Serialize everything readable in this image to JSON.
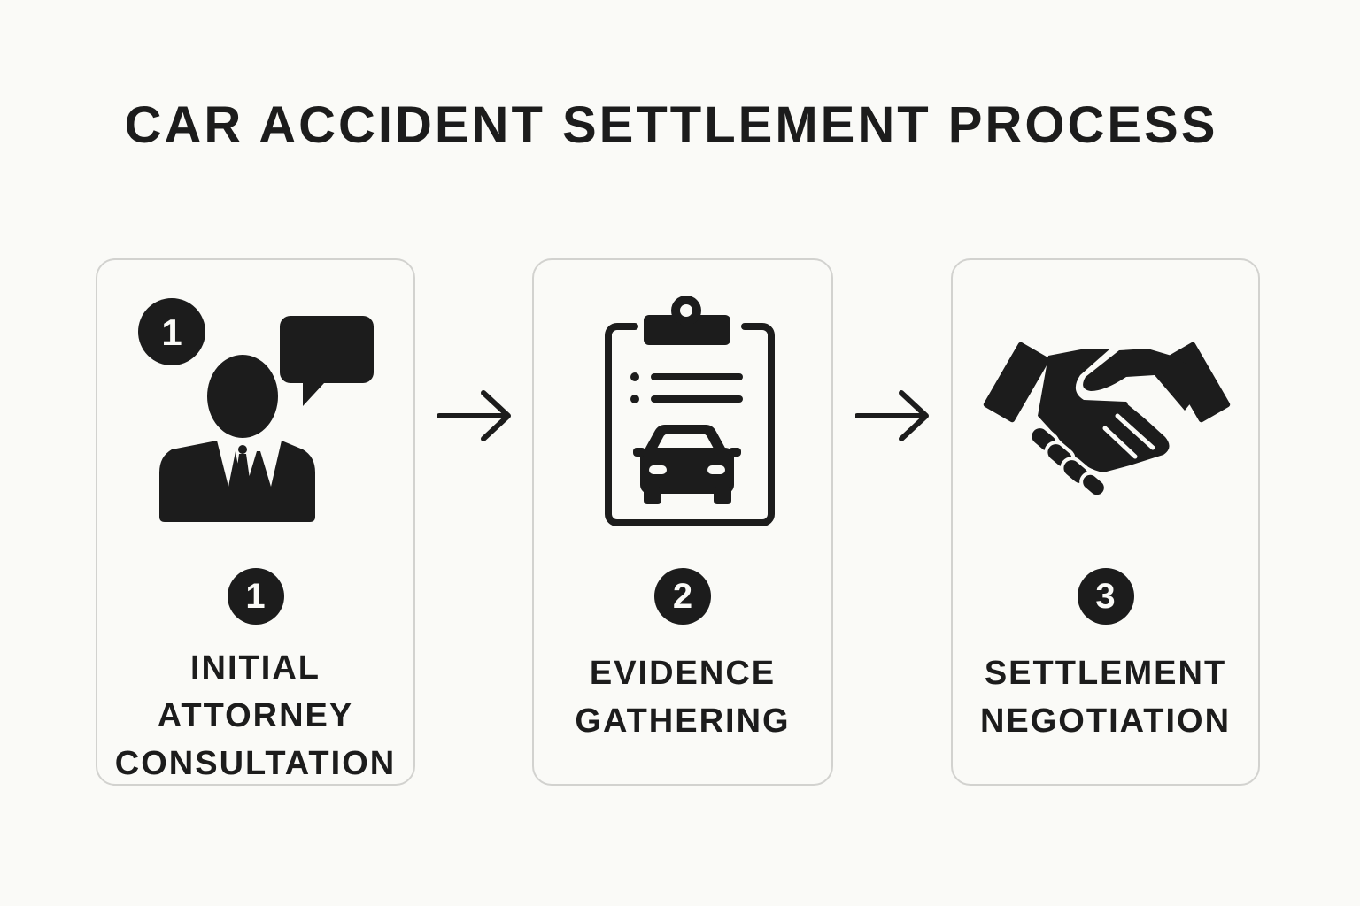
{
  "title": "CAR ACCIDENT SETTLEMENT PROCESS",
  "colors": {
    "ink": "#1c1c1c",
    "background": "#fafaf7",
    "card_border": "#d2d2cf"
  },
  "steps": [
    {
      "number": "1",
      "icon": "attorney-consultation-icon",
      "icon_badge": "1",
      "label_lines": [
        "INITIAL",
        "ATTORNEY",
        "CONSULTATION"
      ]
    },
    {
      "number": "2",
      "icon": "clipboard-car-icon",
      "label_lines": [
        "EVIDENCE",
        "GATHERING"
      ]
    },
    {
      "number": "3",
      "icon": "handshake-icon",
      "label_lines": [
        "SETTLEMENT",
        "NEGOTIATION"
      ]
    }
  ],
  "connectors": [
    "arrow-right-icon",
    "arrow-right-icon"
  ]
}
